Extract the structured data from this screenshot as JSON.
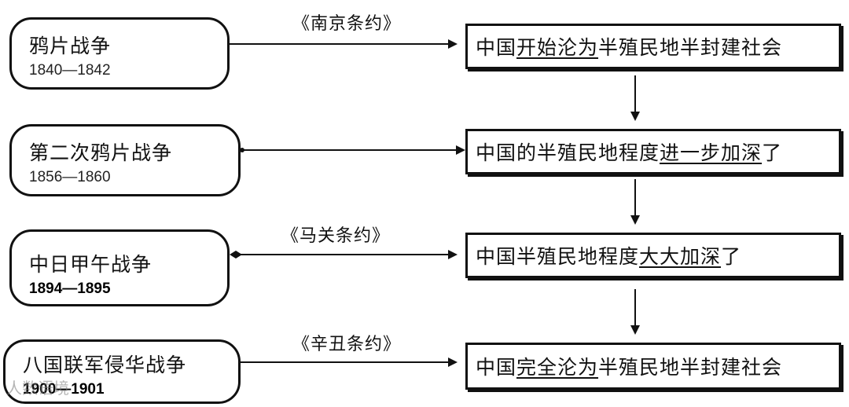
{
  "wars": [
    {
      "name": "鸦片战争",
      "years": "1840—1842"
    },
    {
      "name": "第二次鸦片战争",
      "years": "1856—1860"
    },
    {
      "name": "中日甲午战争",
      "years": "1894—1895"
    },
    {
      "name": "八国联军侵华战争",
      "years": "1900—1901"
    }
  ],
  "treaties": [
    "《南京条约》",
    "《马关条约》",
    "《辛丑条约》"
  ],
  "results": [
    {
      "pre": "中国",
      "u": "开始沦为",
      "post": "半殖民地半封建社会"
    },
    {
      "pre": "中国的半殖民地程度",
      "u": "进一步加深",
      "post": "了"
    },
    {
      "pre": "中国半殖民地程度",
      "u": "大大加深",
      "post": "了"
    },
    {
      "pre": "中国",
      "u": "完全沦为",
      "post": "半殖民地半封建社会"
    }
  ],
  "watermark": "人数语境"
}
